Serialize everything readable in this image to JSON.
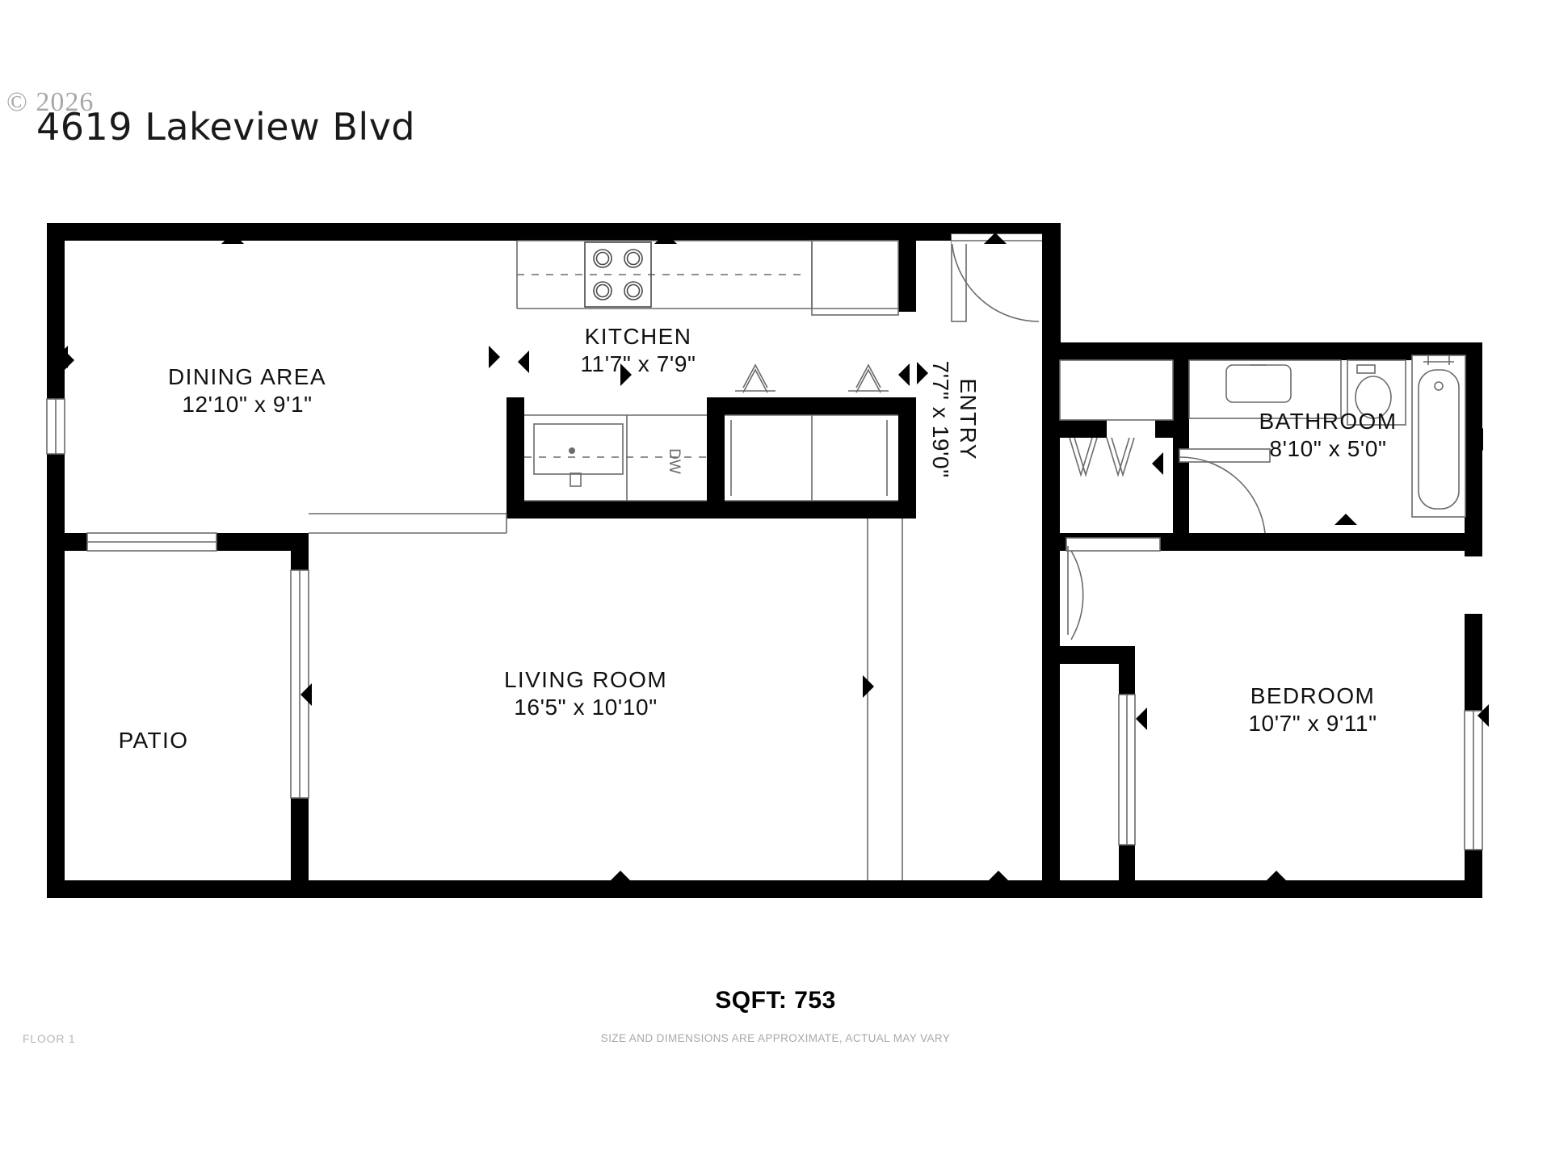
{
  "header": {
    "title": "4619 Lakeview Blvd",
    "watermark": "© 2026"
  },
  "footer": {
    "sqft": "SQFT: 753",
    "disclaimer": "SIZE AND DIMENSIONS ARE APPROXIMATE, ACTUAL MAY VARY",
    "floor": "FLOOR 1"
  },
  "rooms": [
    {
      "name": "DINING AREA",
      "dimensions": "12'10\" x 9'1\""
    },
    {
      "name": "KITCHEN",
      "dimensions": "11'7\" x 7'9\""
    },
    {
      "name": "ENTRY",
      "dimensions": "7'7\" x 19'0\""
    },
    {
      "name": "BATHROOM",
      "dimensions": "8'10\" x 5'0\""
    },
    {
      "name": "LIVING ROOM",
      "dimensions": "16'5\" x 10'10\""
    },
    {
      "name": "PATIO",
      "dimensions": ""
    },
    {
      "name": "BEDROOM",
      "dimensions": "10'7\" x 9'11\""
    }
  ],
  "fixtures": {
    "dishwasher_label": "DW"
  },
  "colors": {
    "wall": "#000000",
    "fixture_line": "#5a5a5a",
    "text": "#111111",
    "muted_text": "#b0b0b0",
    "background": "#ffffff"
  }
}
